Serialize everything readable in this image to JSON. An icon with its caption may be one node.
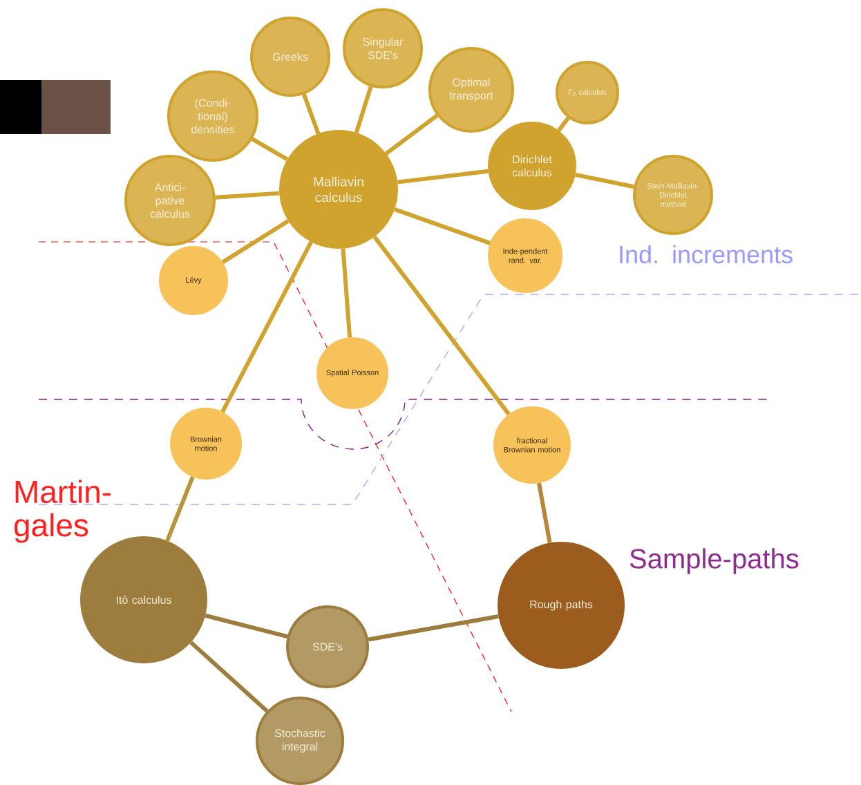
{
  "diagram": {
    "nodes": [
      {
        "text": [
          "Malliavin calculus"
        ]
      },
      {
        "text": [
          "Greeks"
        ]
      },
      {
        "text": [
          "Singular SDE's"
        ]
      },
      {
        "text": [
          "Optimal transport"
        ]
      },
      {
        "text": [
          "(Condi-tional) densities"
        ]
      },
      {
        "text": [
          "Antici-pative calculus"
        ]
      },
      {
        "text": [
          "Dirichlet calculus"
        ]
      },
      {
        "text": [
          "Γ$_{2}$ calculus"
        ]
      },
      {
        "text": [
          "Stein-Malliavin-Dirichlet method"
        ]
      },
      {
        "text": [
          "Lévy"
        ]
      },
      {
        "text": [
          "Inde-pendent rand. var."
        ]
      },
      {
        "text": [
          "Spatial Poisson"
        ]
      },
      {
        "text": [
          "Brownian motion"
        ]
      },
      {
        "text": [
          "fractional Brownian motion"
        ]
      },
      {
        "text": [
          "Itô calculus"
        ]
      },
      {
        "text": [
          "SDE's"
        ]
      },
      {
        "text": [
          "Rough paths"
        ]
      },
      {
        "text": [
          "Stochastic integral"
        ]
      }
    ],
    "edges": [
      {
        "from": 0,
        "to": 1,
        "arrow": "none"
      },
      {
        "from": 0,
        "to": 2,
        "arrow": "none"
      },
      {
        "from": 0,
        "to": 3,
        "arrow": "none"
      },
      {
        "from": 0,
        "to": 4,
        "arrow": "none"
      },
      {
        "from": 0,
        "to": 5,
        "arrow": "none"
      },
      {
        "from": 0,
        "to": 6,
        "arrow": "none"
      },
      {
        "from": 6,
        "to": 7,
        "arrow": "none"
      },
      {
        "from": 6,
        "to": 8,
        "arrow": "none"
      },
      {
        "from": 0,
        "to": 9,
        "arrow": "none"
      },
      {
        "from": 0,
        "to": 10,
        "arrow": "none"
      },
      {
        "from": 0,
        "to": 11,
        "arrow": "none"
      },
      {
        "from": 0,
        "to": 12,
        "arrow": "none"
      },
      {
        "from": 0,
        "to": 13,
        "arrow": "none"
      },
      {
        "from": 12,
        "to": 14,
        "arrow": "none",
        "color": "#b8953a"
      },
      {
        "from": 13,
        "to": 16,
        "arrow": "none",
        "color": "#b8853a"
      },
      {
        "from": 14,
        "to": 15,
        "arrow": "none",
        "color": "#9c7d3d"
      },
      {
        "from": 15,
        "to": 16,
        "arrow": "none",
        "color": "#9c7d3d"
      },
      {
        "from": 14,
        "to": 17,
        "arrow": "none",
        "color": "#9c7d3d"
      }
    ],
    "labels": [
      "Ind. increments",
      "Martin-gales",
      "Sample-paths"
    ]
  }
}
